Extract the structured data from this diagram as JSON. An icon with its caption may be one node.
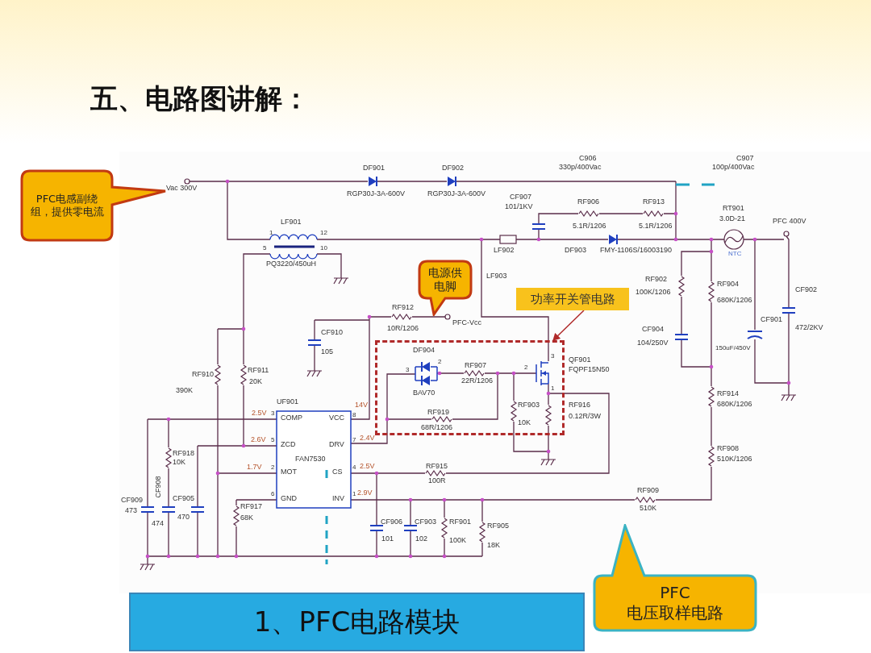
{
  "diagram": {
    "title": "五、电路图讲解：",
    "nodes": [
      {
        "text": [
          "PFC电感副绕组，提供零电流"
        ]
      },
      {
        "text": [
          "电源供电脚"
        ]
      },
      {
        "text": [
          "功率开关管电路"
        ]
      },
      {
        "text": [],
        "shape": "box"
      },
      {
        "text": [
          "PFC 电压取样电路"
        ]
      },
      {
        "text": [
          "1、PFC电路模块"
        ]
      }
    ],
    "edges": [
      {
        "from": 2,
        "to": 3,
        "arrow": "to"
      }
    ],
    "labels": [
      "C906",
      "C907",
      "330p/400Vac",
      "100p/400Vac",
      "DF901",
      "DF902",
      "Vac 300V",
      "RGP30J-3A-600V",
      "RGP30J-3A-600V",
      "CF907",
      "RF906",
      "RF913",
      "101/1KV",
      "RT901",
      "LF901",
      "3.0D-21",
      "PFC 400V",
      "5.1R/1206",
      "5.1R/1206",
      "1",
      "12",
      "5",
      "10",
      "LF902",
      "DF903",
      "FMY-1106S/16003190",
      "NTC",
      "PQ3220/450uH",
      "LF903",
      "RF902",
      "RF904",
      "100K/1206",
      "CF902",
      "680K/1206",
      "RF912",
      "CF901",
      "PFC-Vcc",
      "CF904",
      "472/2KV",
      "CF910",
      "10R/1206",
      "104/250V",
      "150uF/450V",
      "105",
      "DF904",
      "3",
      "QF901",
      "2",
      "RF907",
      "FQPF15N50",
      "RF910",
      "RF911",
      "3",
      "2",
      "20K",
      "22R/1206",
      "390K",
      "BAV70",
      "1",
      "RF914",
      "UF901",
      "14V",
      "RF903",
      "RF916",
      "680K/1206",
      "2.5V",
      "3",
      "COMP",
      "VCC",
      "8",
      "RF919",
      "0.12R/3W",
      "68R/1206",
      "10K",
      "2.6V",
      "5",
      "ZCD",
      "DRV",
      "7",
      "2.4V",
      "RF908",
      "RF918",
      "FAN7530",
      "510K/1206",
      "1.7V",
      "2",
      "MOT",
      "CS",
      "4",
      "2.5V",
      "RF915",
      "10K",
      "100R",
      "RF909",
      "2.9V",
      "CF908",
      "RF917",
      "CF909",
      "CF905",
      "6",
      "GND",
      "INV",
      "1",
      "473",
      "470",
      "68K",
      "510K",
      "474",
      "CF906",
      "CF903",
      "RF901",
      "RF905",
      "101",
      "102",
      "100K",
      "18K"
    ]
  }
}
